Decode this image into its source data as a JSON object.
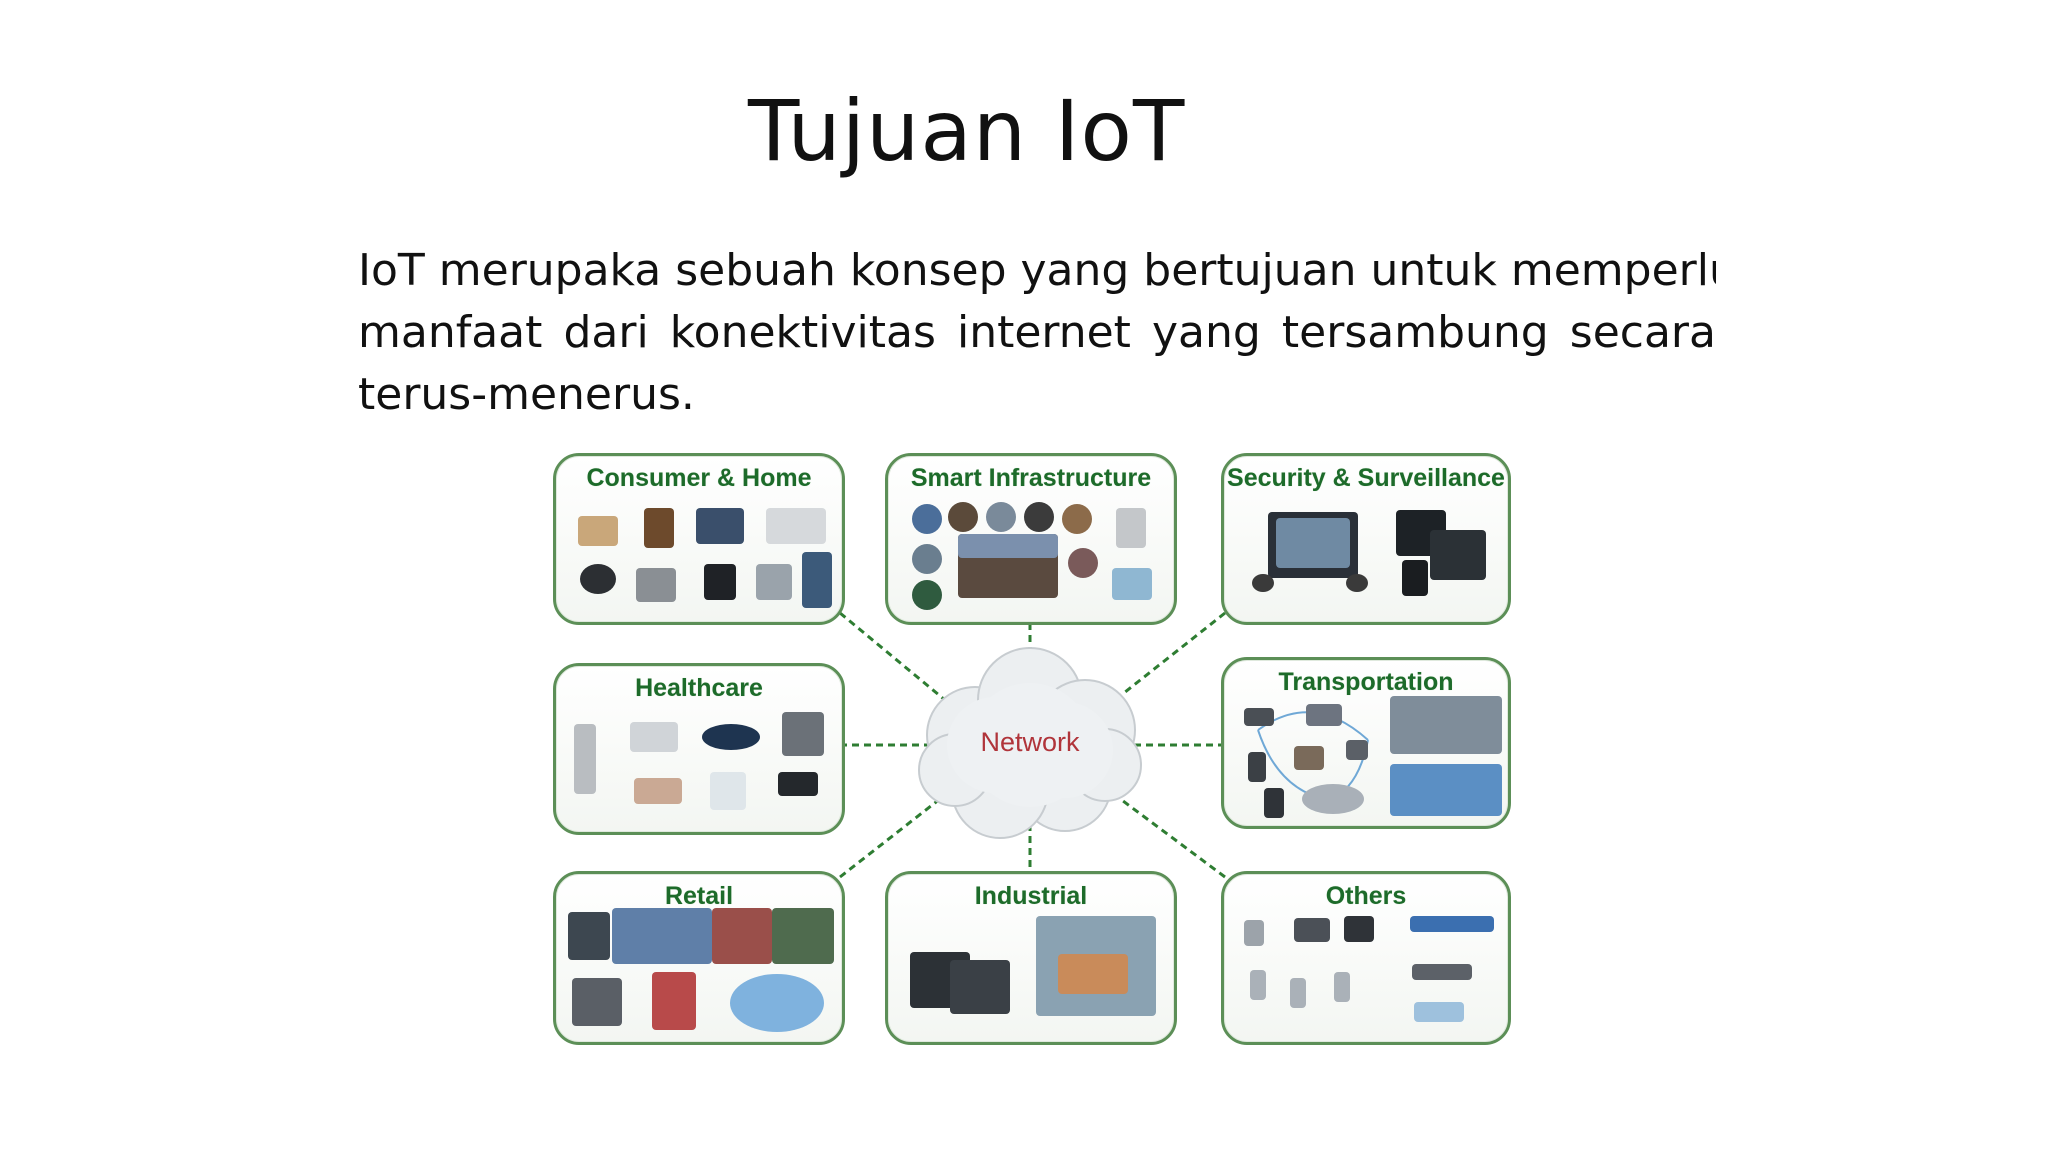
{
  "slide": {
    "title": "Tujuan IoT",
    "body_lines": [
      "IoT merupaka sebuah konsep yang bertujuan untuk memperluas",
      "manfaat dari konektivitas internet yang tersambung secara",
      "terus-menerus."
    ]
  },
  "diagram": {
    "center": "Network",
    "panels": [
      "Consumer & Home",
      "Smart Infrastructure",
      "Security & Surveillance",
      "Healthcare",
      "Transportation",
      "Retail",
      "Industrial",
      "Others"
    ],
    "colors": {
      "panel_border": "#5c8f57",
      "panel_title": "#1d6b2a",
      "link": "#2e7d32",
      "center_label": "#b0343a"
    }
  }
}
